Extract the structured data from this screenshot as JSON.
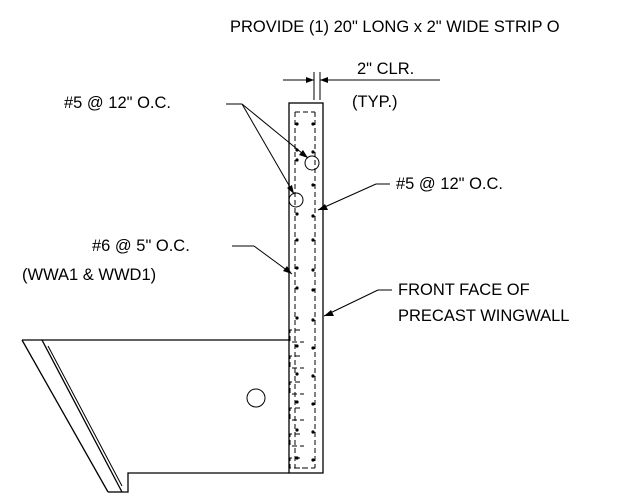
{
  "labels": {
    "top_note": "PROVIDE (1) 20\" LONG x 2\" WIDE STRIP O",
    "clear_top": "2\" CLR.",
    "clear_bottom": "(TYP.)",
    "bar_left": "#5 @ 12\" O.C.",
    "bar_right": "#5 @ 12\" O.C.",
    "bar_six": "#6 @ 5\" O.C.",
    "bar_six_sub": "(WWA1 & WWD1)",
    "face_line1": "FRONT FACE OF",
    "face_line2": "PRECAST WINGWALL"
  }
}
